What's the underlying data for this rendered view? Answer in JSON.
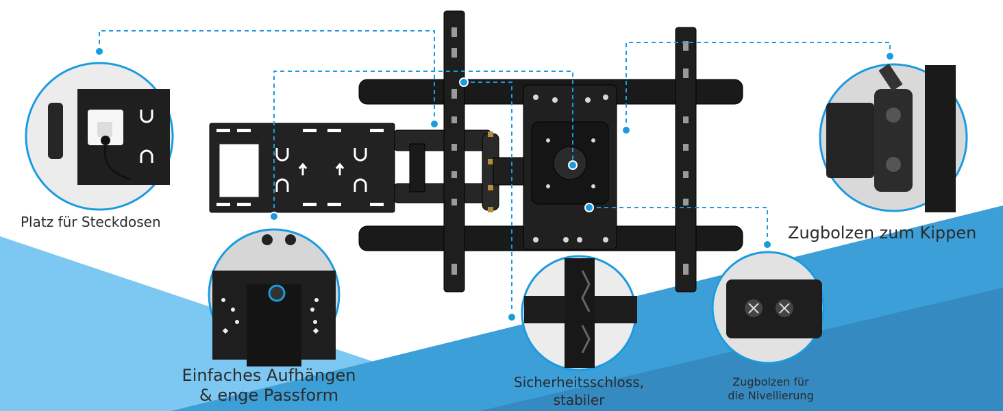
{
  "colors": {
    "light_blue": "#7cc8f2",
    "mid_blue": "#43a7dc",
    "dark_blue": "#2f78b0",
    "accent_line": "#1a9be0",
    "metal": "#1c1c1c",
    "caption_text": "#2b2b2b"
  },
  "callouts": [
    {
      "id": "outlet",
      "line1": "Platz für Steckdosen",
      "line2": ""
    },
    {
      "id": "hanging",
      "line1": "Einfaches Aufhängen",
      "line2": "& enge Passform"
    },
    {
      "id": "lock",
      "line1": "Sicherheitsschloss,",
      "line2": "stabiler"
    },
    {
      "id": "leveling",
      "line1": "Zugbolzen für",
      "line2": "die Nivellierung"
    },
    {
      "id": "tilt",
      "line1": "Zugbolzen zum Kippen",
      "line2": ""
    }
  ]
}
